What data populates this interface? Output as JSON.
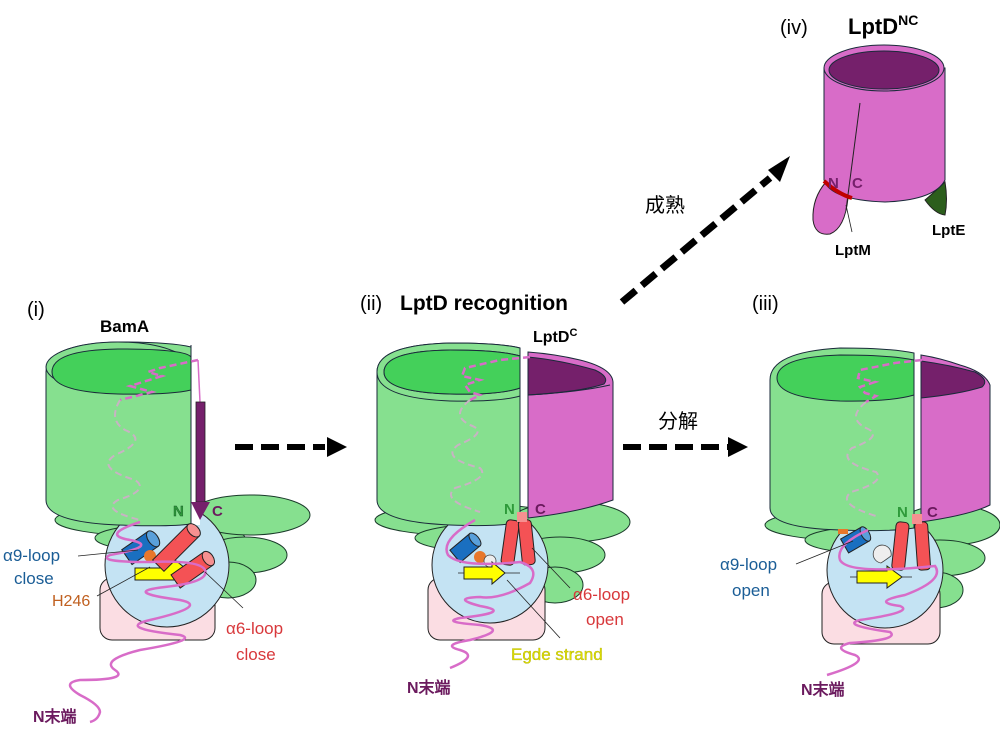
{
  "colors": {
    "bama_light": "#86E08F",
    "bama_dark": "#44D05A",
    "lptd_light": "#D86CC8",
    "lptd_dark": "#75206B",
    "pink_box": "#FBDDE3",
    "potra_blue": "#C4E3F3",
    "helix_red": "#F45255",
    "helix_blue": "#1A6FC0",
    "strand_yellow": "#FFFF00",
    "h246_orange": "#E8772A",
    "peptide": "#D86CC8",
    "lpte": "#2C5E1C",
    "lptm": "#C00000",
    "text_blue": "#1A5D96",
    "text_red": "#D8383B",
    "text_orange": "#C06020",
    "text_yellow": "#E0E000",
    "text_purple": "#6B1A5E",
    "text_green": "#2E9A3A"
  },
  "panels": {
    "i": {
      "label": "(i)",
      "title": "BamA",
      "n": "N",
      "c": "C",
      "a9_line1": "α9-loop",
      "a9_line2": "close",
      "h246": "H246",
      "a6_line1": "α6-loop",
      "a6_line2": "close",
      "nterm": "N末端"
    },
    "ii": {
      "label": "(ii)",
      "title": "LptD recognition",
      "lptdc": "LptD",
      "lptdc_sup": "C",
      "n": "N",
      "c": "C",
      "a6_line1": "α6-loop",
      "a6_line2": "open",
      "edge": "Egde strand",
      "nterm": "N末端"
    },
    "iii": {
      "label": "(iii)",
      "n": "N",
      "c": "C",
      "a9_line1": "α9-loop",
      "a9_line2": "open",
      "nterm": "N末端"
    },
    "iv": {
      "label": "(iv)",
      "title": "LptD",
      "title_sup": "NC",
      "n": "N",
      "c": "C",
      "lptm": "LptM",
      "lpte": "LptE"
    }
  },
  "arrows": {
    "maturation": "成熟",
    "degradation": "分解"
  }
}
